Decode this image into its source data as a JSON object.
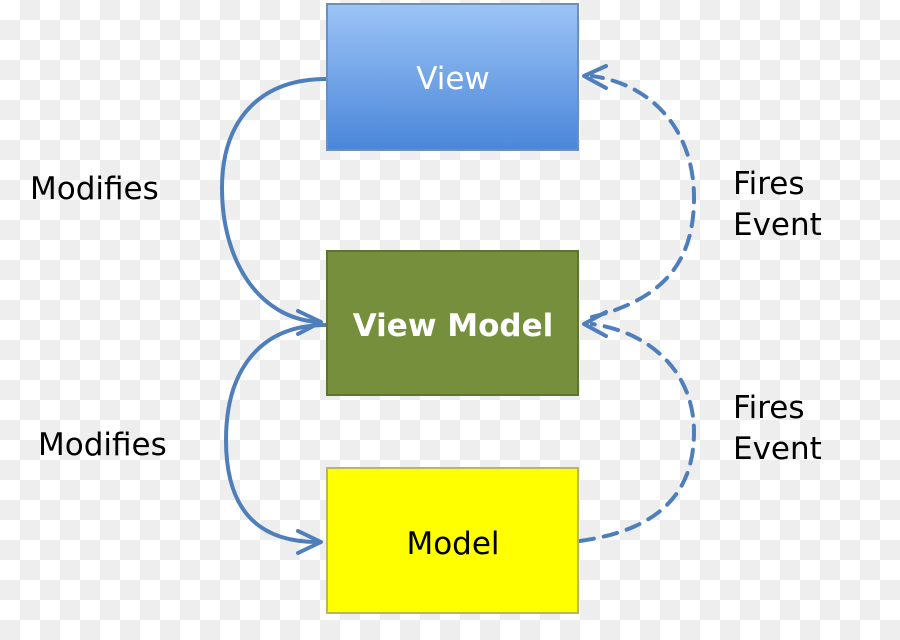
{
  "nodes": {
    "view": {
      "label": "View"
    },
    "view_model": {
      "label": "View Model"
    },
    "model": {
      "label": "Model"
    }
  },
  "edges": {
    "view_modifies_view_model": {
      "label": "Modifies"
    },
    "view_model_modifies_model": {
      "label": "Modifies"
    },
    "view_model_fires_event_to_view": {
      "label_line1": "Fires",
      "label_line2": "Event"
    },
    "model_fires_event_to_view_model": {
      "label_line1": "Fires",
      "label_line2": "Event"
    }
  },
  "colors": {
    "view_box_top": "#9cc4f6",
    "view_box_bottom": "#4a86d9",
    "view_box_border": "#6f8fb6",
    "view_model_box": "#768f3d",
    "view_model_border": "#5e7430",
    "model_box": "#ffff00",
    "model_border": "#b7b761",
    "arrow": "#4f7fbb",
    "label_text": "#000000",
    "light_text": "#ffffff"
  }
}
